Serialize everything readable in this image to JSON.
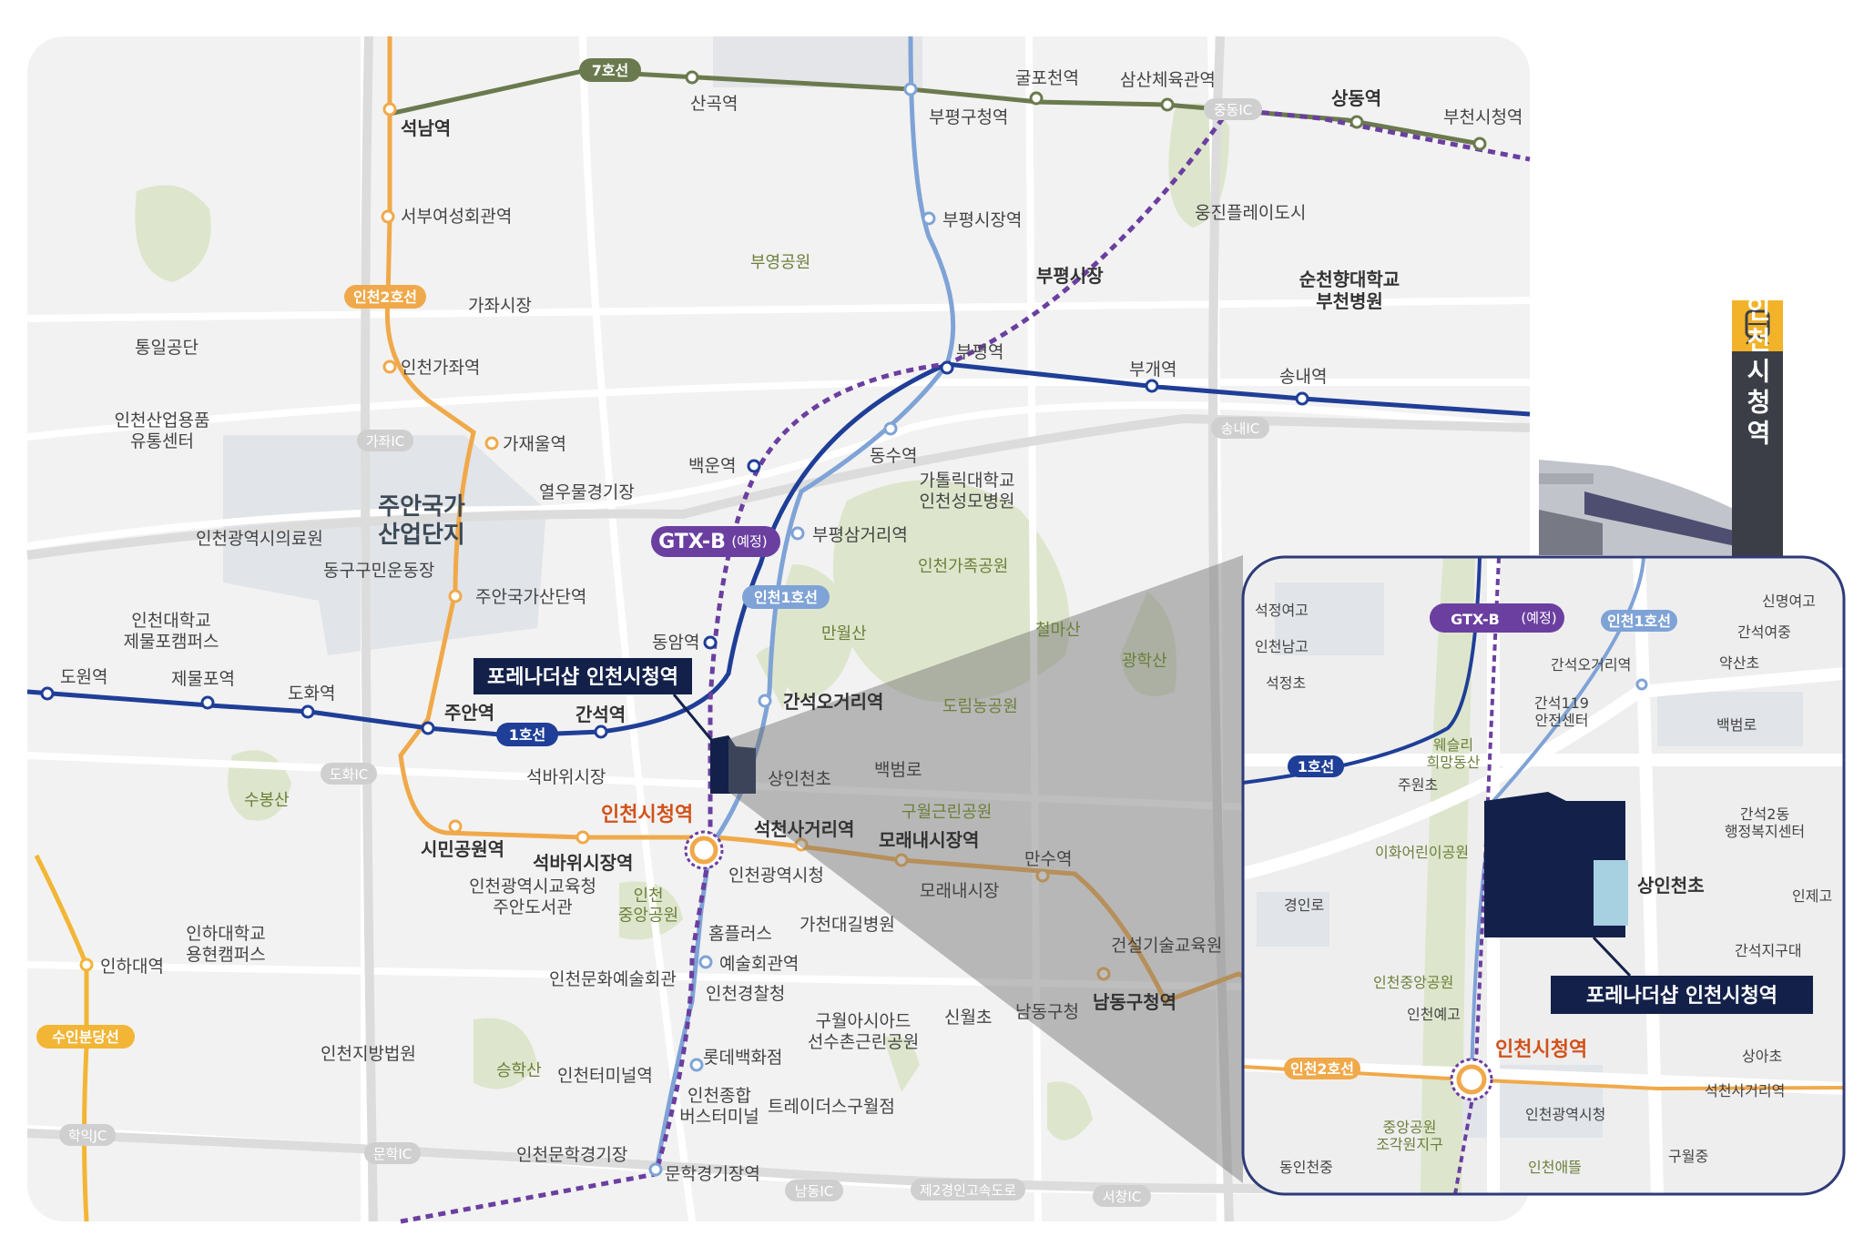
{
  "lines": {
    "line7": "7호선",
    "line1": "1호선",
    "incheon1": "인천1호선",
    "incheon2": "인천2호선",
    "suin": "수인분당선",
    "gtxb": "GTX-B",
    "gtxb_note": "(예정)"
  },
  "stations": {
    "seoknam": "석남역",
    "seobu": "서부여성회관역",
    "gajwa": "인천가좌역",
    "gajae": "가재울역",
    "juan_gukga": "주안국가산단역",
    "juan": "주안역",
    "ganseok": "간석역",
    "dowon": "도원역",
    "jemulpo": "제물포역",
    "dohwa": "도화역",
    "simin": "시민공원역",
    "seokbawi": "석바위시장역",
    "cityhall": "인천시청역",
    "seokchon": "석천사거리역",
    "moraenae": "모래내시장역",
    "mansu": "만수역",
    "namdong": "남동구청역",
    "inha": "인하대역",
    "sangok": "산곡역",
    "bupyeonggu": "부평구청역",
    "bupyeongsijang": "부평시장역",
    "bupyeong": "부평역",
    "dongsu": "동수역",
    "bupyeong3": "부평삼거리역",
    "ganseok5": "간석오거리역",
    "dongam": "동암역",
    "baegun": "백운역",
    "yesul": "예술회관역",
    "terminal": "인천터미널역",
    "munhak": "문학경기장역",
    "gulpo": "굴포천역",
    "samsan": "삼산체육관역",
    "sangdong": "상동역",
    "bucheon": "부천시청역",
    "bugae": "부개역",
    "songnae": "송내역"
  },
  "places": {
    "gajwa_market": "가좌시장",
    "tongil": "통일공단",
    "distribution": "인천산업용품\n유통센터",
    "medical": "인천광역시의료원",
    "juan_zone": "주안국가\n산업단지",
    "donggu": "동구구민운동장",
    "water": "열우물경기장",
    "inu": "인천대학교\n제물포캠퍼스",
    "subongsan": "수봉산",
    "seokbawi_market": "석바위시장",
    "education": "인천광역시교육청\n주안도서관",
    "inha_univ": "인하대학교\n용현캠퍼스",
    "court": "인천지방법원",
    "seunghaksan": "승학산",
    "munhak_stadium": "인천문학경기장",
    "central_park": "인천\n중앙공원",
    "cityhall_bldg": "인천광역시청",
    "homeplus": "홈플러스",
    "gachon": "가천대길병원",
    "culture": "인천문화예술회관",
    "police": "인천경찰청",
    "lotte": "롯데백화점",
    "bus_terminal": "인천종합\n버스터미널",
    "traders": "트레이더스구월점",
    "guwol_asiad": "구월아시아드\n선수촌근린공원",
    "sinwol": "신월초",
    "namdonggu": "남동구청",
    "moraenae_market": "모래내시장",
    "guwol_park": "구월근린공원",
    "construction": "건설기술교육원",
    "sangin": "상인천초",
    "baekbeom": "백범로",
    "dorim": "도림농공원",
    "cheolmasan": "철마산",
    "gwanghaksan": "광학산",
    "manwolsan": "만월산",
    "family_park": "인천가족공원",
    "catholic": "가톨릭대학교\n인천성모병원",
    "bupyeong_park": "부영공원",
    "bupyeong_market": "부평시장",
    "soonchunhyang": "순천향대학교\n부천병원",
    "ujin": "웅진플레이도시"
  },
  "ics": {
    "gajwa_ic": "가좌IC",
    "dohwa_ic": "도화IC",
    "haegwan_ic": "학익JC",
    "munhak_ic": "문학IC",
    "namdong_ic": "남동IC",
    "seochang_ic": "서창IC",
    "songnae_ic": "송내IC",
    "jungdong_ic": "중동IC",
    "expressway": "제2경인고속도로"
  },
  "site": {
    "label": "포레나더샵 인천시청역"
  },
  "inset": {
    "seokjeong_girls": "석정여고",
    "incheon_nam": "인천남고",
    "seokjeong_elem": "석정초",
    "wolsan": "웨슬리\n희망동산",
    "juwon": "주원초",
    "ganseok5": "간석오거리역",
    "fire": "간석119\n안전센터",
    "baekbeom": "백범로",
    "ihwa_park": "이화어린이공원",
    "sangin": "상인천초",
    "ganseok2": "간석2동\n행정복지센터",
    "incheon_jeil": "인제고",
    "ganseok_market": "간석지구대",
    "central_park": "인천중앙공원",
    "incheon_high": "인천예고",
    "cityhall_stn": "인천시청역",
    "sangah": "상아초",
    "seokchon": "석천사거리역",
    "cityhall_bldg": "인천광역시청",
    "sculpture": "중앙공원\n조각원지구",
    "dongin": "동인천중",
    "incheon_aepul": "인천애뜰",
    "guwol": "구월중",
    "sinmyeong": "신명여고",
    "ganseok_mid": "간석여중",
    "yaksan": "약산초",
    "geumgok": "경인로"
  },
  "title_badge": {
    "text": "인천시청역"
  },
  "colors": {
    "line1": "#1f3e97",
    "line7": "#6a7a4e",
    "incheon1": "#7fa3d6",
    "incheon2": "#f0a94a",
    "suin": "#f2b535",
    "gtxb": "#6b3fa0",
    "site": "#13214a",
    "park": "#dde6cc",
    "zone": "#e1e4e8"
  }
}
